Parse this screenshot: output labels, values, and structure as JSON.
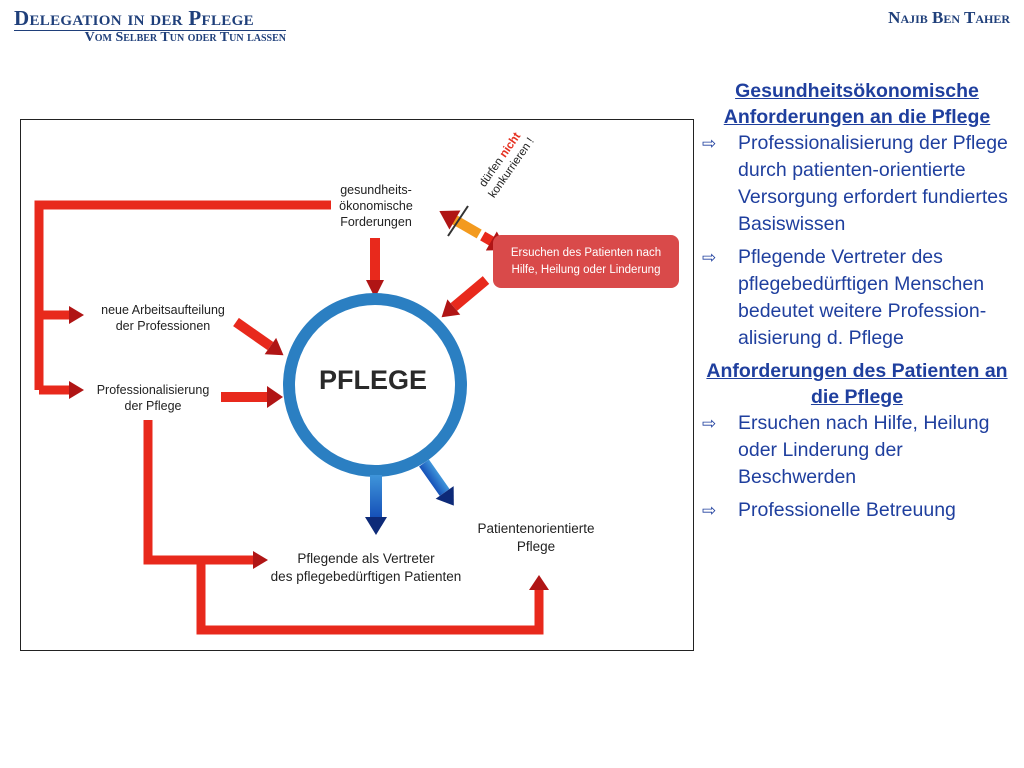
{
  "header": {
    "title": "Delegation in der Pflege",
    "subtitle": "Vom Selber Tun oder Tun lassen",
    "author": "Najib Ben Taher"
  },
  "diagram": {
    "center": "PFLEGE",
    "top_node": "gesundheits-\nökonomische\nForderungen",
    "left_node_1": "neue Arbeitsaufteilung\nder Professionen",
    "left_node_2": "Professionalisierung\nder Pflege",
    "bottom_node": "Pflegende als Vertreter\ndes pflegebedürftigen Patienten",
    "bottom_right_node": "Patientenorientierte\nPflege",
    "red_box": "Ersuchen des Patienten nach\nHilfe, Heilung oder Linderung",
    "rotated_line1": "dürfen",
    "rotated_emphasis": "nicht",
    "rotated_line2": "konkurrieren !",
    "colors": {
      "red": "#e8291c",
      "blue": "#2b7fc2",
      "dark_red": "#b01515"
    }
  },
  "sidebar": {
    "heading1": "Gesundheitsökonomische Anforderungen an die Pflege",
    "list1": [
      "Professionalisierung der Pflege durch patienten-orientierte Versorgung erfordert fundiertes Basiswissen",
      "Pflegende Vertreter des pflegebedürftigen Menschen bedeutet weitere Profession-alisierung d. Pflege"
    ],
    "heading2": "Anforderungen des Patienten an die Pflege",
    "list2": [
      "Ersuchen nach Hilfe, Heilung oder Linderung der Beschwerden",
      "Professionelle Betreuung"
    ],
    "bullet_icon": "⇨"
  }
}
